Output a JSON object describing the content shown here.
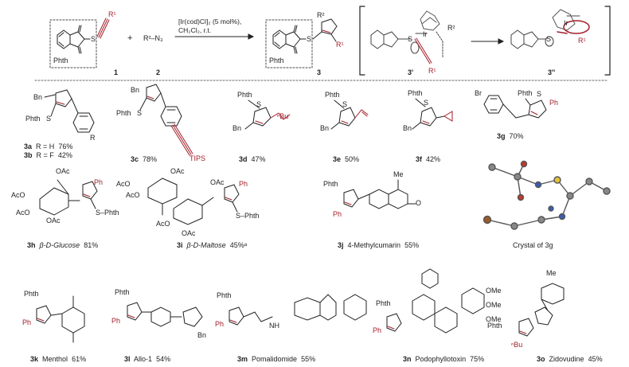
{
  "header": {
    "reagent_1_label": "1",
    "reagent_2_label": "2",
    "product_label": "3",
    "int_1_label": "3'",
    "int_2_label": "3''",
    "phth_label": "Phth",
    "azide_label": "R²–N₃",
    "plus": "+",
    "conditions_line1": "[Ir(cod)Cl]₂ (5 mol%),",
    "conditions_line2": "CH₂Cl₂, r.t."
  },
  "compounds": [
    {
      "id": "3a",
      "desc": "R = H",
      "yield": "76%"
    },
    {
      "id": "3b",
      "desc": "R = F",
      "yield": "42%"
    },
    {
      "id": "3c",
      "desc": "",
      "yield": "78%"
    },
    {
      "id": "3d",
      "desc": "",
      "yield": "47%"
    },
    {
      "id": "3e",
      "desc": "",
      "yield": "50%"
    },
    {
      "id": "3f",
      "desc": "",
      "yield": "42%"
    },
    {
      "id": "3g",
      "desc": "",
      "yield": "70%"
    },
    {
      "id": "3h",
      "desc": "β-D-Glucose",
      "yield": "81%"
    },
    {
      "id": "3i",
      "desc": "β-D-Maltose",
      "yield": "45%ᵃ"
    },
    {
      "id": "3j",
      "desc": "4-Methylcumarin",
      "yield": "55%"
    },
    {
      "id": "3k",
      "desc": "Menthol",
      "yield": "61%"
    },
    {
      "id": "3l",
      "desc": "Allo-1",
      "yield": "54%"
    },
    {
      "id": "3m",
      "desc": "Pomalidomide",
      "yield": "55%"
    },
    {
      "id": "3n",
      "desc": "Podophyllotoxin",
      "yield": "75%"
    },
    {
      "id": "3o",
      "desc": "Zidovudine",
      "yield": "45%"
    }
  ],
  "crystal_caption": "Crystal of 3g",
  "atom_labels": {
    "phth": "Phth",
    "s": "S",
    "n": "N",
    "bn": "Bn",
    "r1": "R¹",
    "r2": "R²",
    "r": "R",
    "ph": "Ph",
    "br": "Br",
    "o": "O",
    "me": "Me",
    "tips": "TIPS",
    "nbu": "ⁿBu",
    "oac": "OAc",
    "aco": "AcO",
    "ome": "OMe",
    "h": "H",
    "ir": "Ir",
    "nh": "NH",
    "sphth": "S–Phth"
  },
  "colors": {
    "accent": "#a31f2a",
    "ink": "#222222",
    "dash": "#666666"
  }
}
